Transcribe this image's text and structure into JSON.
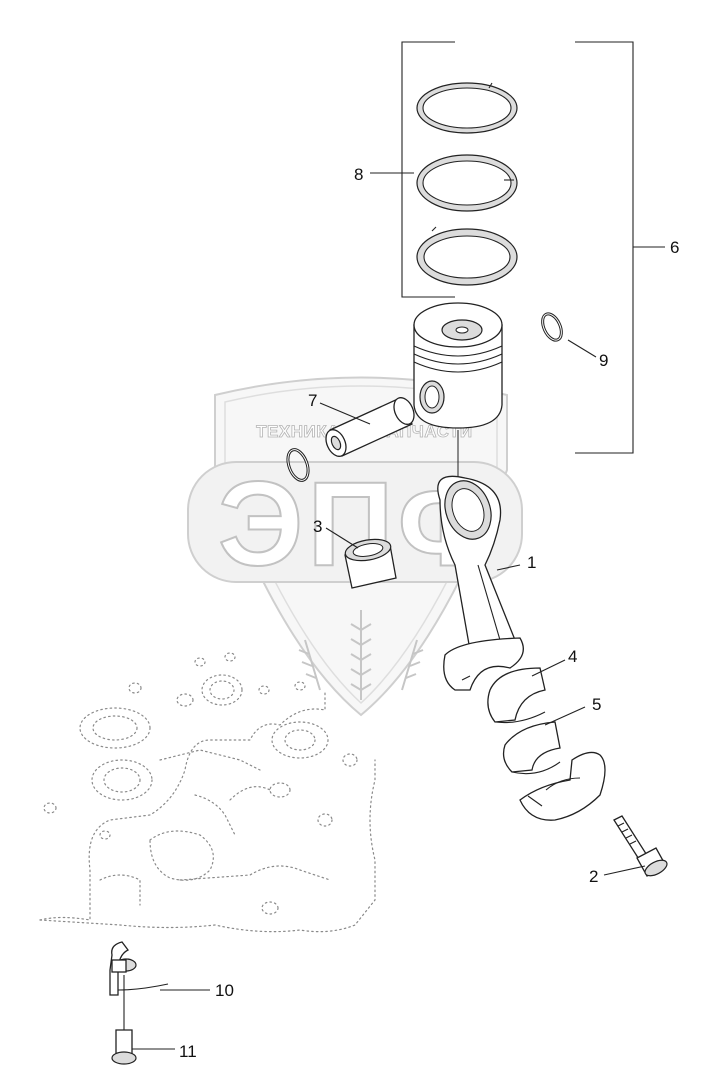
{
  "watermark": {
    "line1_left": "ТЕХНИКА",
    "line1_right": "ЗАПЧАСТИ",
    "big": "ЭПФ"
  },
  "callouts": [
    {
      "id": "1",
      "label": "1"
    },
    {
      "id": "2",
      "label": "2"
    },
    {
      "id": "3",
      "label": "3"
    },
    {
      "id": "4",
      "label": "4"
    },
    {
      "id": "5",
      "label": "5"
    },
    {
      "id": "6",
      "label": "6"
    },
    {
      "id": "7",
      "label": "7"
    },
    {
      "id": "8",
      "label": "8"
    },
    {
      "id": "9",
      "label": "9"
    },
    {
      "id": "10",
      "label": "10"
    },
    {
      "id": "11",
      "label": "11"
    }
  ],
  "icons": [
    "gear-icon",
    "wheat-icon"
  ],
  "colors": {
    "line": "#222222",
    "watermark": "#c2c2c2",
    "ghost": "#8a8a8a"
  }
}
